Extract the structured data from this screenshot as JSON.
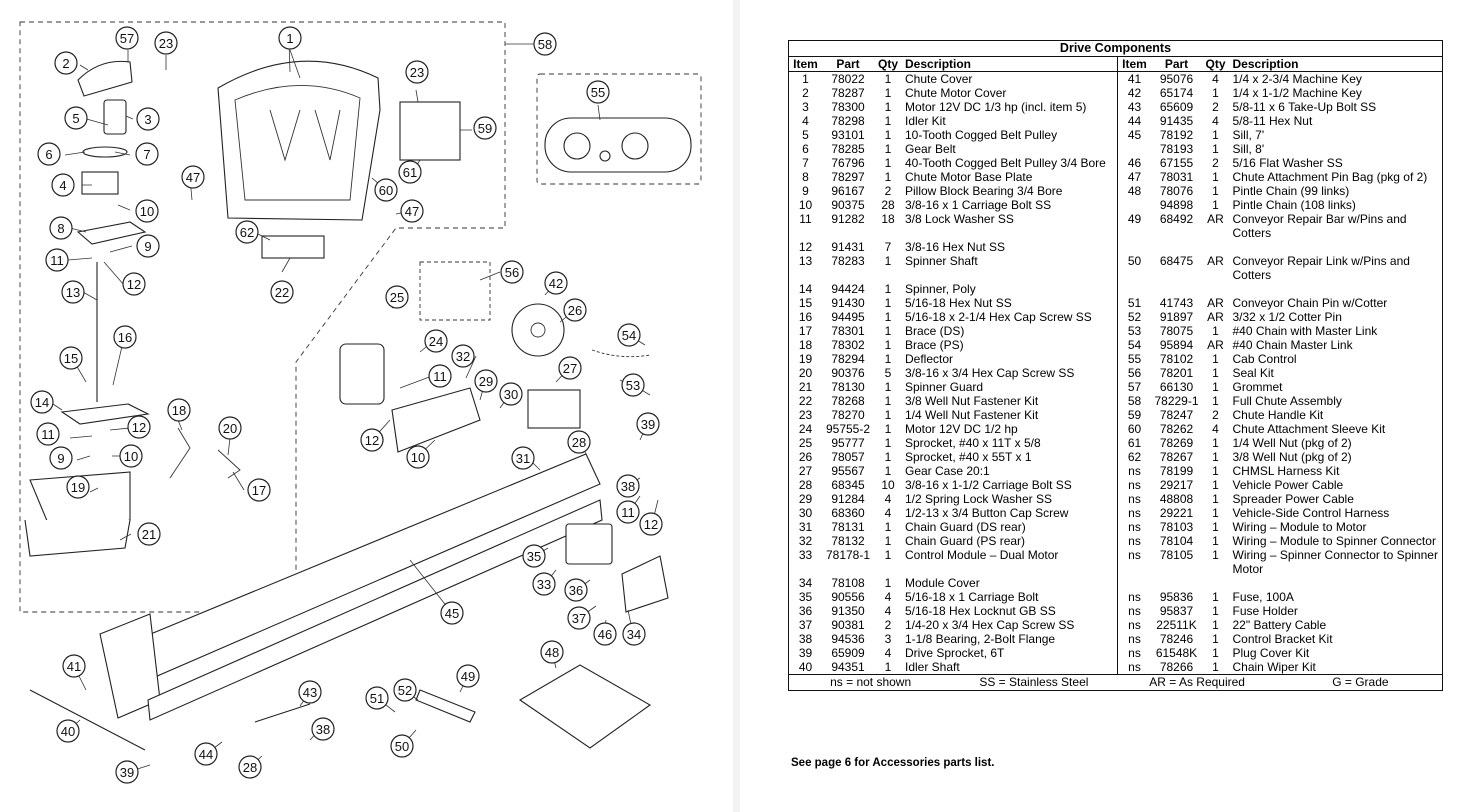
{
  "table": {
    "title": "Drive Components",
    "headers": [
      "Item",
      "Part",
      "Qty",
      "Description"
    ],
    "rows": [
      [
        [
          "1",
          "78022",
          "1",
          "Chute Cover"
        ],
        [
          "41",
          "95076",
          "4",
          "1/4 x 2-3/4 Machine Key"
        ]
      ],
      [
        [
          "2",
          "78287",
          "1",
          "Chute Motor Cover"
        ],
        [
          "42",
          "65174",
          "1",
          "1/4 x 1-1/2 Machine Key"
        ]
      ],
      [
        [
          "3",
          "78300",
          "1",
          "Motor 12V DC 1/3 hp (incl. item 5)"
        ],
        [
          "43",
          "65609",
          "2",
          "5/8-11 x 6 Take-Up Bolt SS"
        ]
      ],
      [
        [
          "4",
          "78298",
          "1",
          "Idler Kit"
        ],
        [
          "44",
          "91435",
          "4",
          "5/8-11 Hex Nut"
        ]
      ],
      [
        [
          "5",
          "93101",
          "1",
          "10-Tooth Cogged Belt Pulley"
        ],
        [
          "45",
          "78192",
          "1",
          "Sill, 7'"
        ]
      ],
      [
        [
          "6",
          "78285",
          "1",
          "Gear Belt"
        ],
        [
          "",
          "78193",
          "1",
          "Sill, 8'"
        ]
      ],
      [
        [
          "7",
          "76796",
          "1",
          "40-Tooth Cogged Belt Pulley 3/4 Bore"
        ],
        [
          "46",
          "67155",
          "2",
          "5/16 Flat Washer SS"
        ]
      ],
      [
        [
          "8",
          "78297",
          "1",
          "Chute Motor Base Plate"
        ],
        [
          "47",
          "78031",
          "1",
          "Chute Attachment Pin Bag (pkg of 2)"
        ]
      ],
      [
        [
          "9",
          "96167",
          "2",
          "Pillow Block Bearing 3/4 Bore"
        ],
        [
          "48",
          "78076",
          "1",
          "Pintle Chain (99 links)"
        ]
      ],
      [
        [
          "10",
          "90375",
          "28",
          "3/8-16 x 1 Carriage Bolt SS"
        ],
        [
          "",
          "94898",
          "1",
          "Pintle Chain (108 links)"
        ]
      ],
      [
        [
          "11",
          "91282",
          "18",
          "3/8 Lock Washer SS"
        ],
        [
          "49",
          "68492",
          "AR",
          "Conveyor Repair Bar w/Pins and Cotters"
        ]
      ],
      [
        [
          "12",
          "91431",
          "7",
          "3/8-16 Hex Nut SS"
        ],
        null
      ],
      [
        [
          "13",
          "78283",
          "1",
          "Spinner Shaft"
        ],
        [
          "50",
          "68475",
          "AR",
          "Conveyor Repair Link w/Pins and Cotters"
        ]
      ],
      [
        [
          "14",
          "94424",
          "1",
          "Spinner, Poly"
        ],
        null
      ],
      [
        [
          "15",
          "91430",
          "1",
          "5/16-18 Hex Nut SS"
        ],
        [
          "51",
          "41743",
          "AR",
          "Conveyor Chain Pin w/Cotter"
        ]
      ],
      [
        [
          "16",
          "94495",
          "1",
          "5/16-18 x 2-1/4 Hex Cap Screw SS"
        ],
        [
          "52",
          "91897",
          "AR",
          "3/32 x 1/2 Cotter Pin"
        ]
      ],
      [
        [
          "17",
          "78301",
          "1",
          "Brace (DS)"
        ],
        [
          "53",
          "78075",
          "1",
          "#40 Chain with Master Link"
        ]
      ],
      [
        [
          "18",
          "78302",
          "1",
          "Brace (PS)"
        ],
        [
          "54",
          "95894",
          "AR",
          "#40 Chain Master Link"
        ]
      ],
      [
        [
          "19",
          "78294",
          "1",
          "Deflector"
        ],
        [
          "55",
          "78102",
          "1",
          "Cab Control"
        ]
      ],
      [
        [
          "20",
          "90376",
          "5",
          "3/8-16 x 3/4 Hex Cap Screw SS"
        ],
        [
          "56",
          "78201",
          "1",
          "Seal Kit"
        ]
      ],
      [
        [
          "21",
          "78130",
          "1",
          "Spinner Guard"
        ],
        [
          "57",
          "66130",
          "1",
          "Grommet"
        ]
      ],
      [
        [
          "22",
          "78268",
          "1",
          "3/8 Well Nut Fastener Kit"
        ],
        [
          "58",
          "78229-1",
          "1",
          "Full Chute Assembly"
        ]
      ],
      [
        [
          "23",
          "78270",
          "1",
          "1/4 Well Nut Fastener Kit"
        ],
        [
          "59",
          "78247",
          "2",
          "Chute Handle Kit"
        ]
      ],
      [
        [
          "24",
          "95755-2",
          "1",
          "Motor 12V DC 1/2 hp"
        ],
        [
          "60",
          "78262",
          "4",
          "Chute Attachment Sleeve Kit"
        ]
      ],
      [
        [
          "25",
          "95777",
          "1",
          "Sprocket, #40 x 11T x 5/8"
        ],
        [
          "61",
          "78269",
          "1",
          "1/4 Well Nut (pkg of 2)"
        ]
      ],
      [
        [
          "26",
          "78057",
          "1",
          "Sprocket, #40 x 55T x 1"
        ],
        [
          "62",
          "78267",
          "1",
          "3/8 Well Nut (pkg of 2)"
        ]
      ],
      [
        [
          "27",
          "95567",
          "1",
          "Gear Case 20:1"
        ],
        [
          "ns",
          "78199",
          "1",
          "CHMSL Harness Kit"
        ]
      ],
      [
        [
          "28",
          "68345",
          "10",
          "3/8-16 x 1-1/2 Carriage Bolt SS"
        ],
        [
          "ns",
          "29217",
          "1",
          "Vehicle Power Cable"
        ]
      ],
      [
        [
          "29",
          "91284",
          "4",
          "1/2 Spring Lock Washer SS"
        ],
        [
          "ns",
          "48808",
          "1",
          "Spreader Power Cable"
        ]
      ],
      [
        [
          "30",
          "68360",
          "4",
          "1/2-13 x 3/4 Button Cap Screw"
        ],
        [
          "ns",
          "29221",
          "1",
          "Vehicle-Side Control Harness"
        ]
      ],
      [
        [
          "31",
          "78131",
          "1",
          "Chain Guard (DS rear)"
        ],
        [
          "ns",
          "78103",
          "1",
          "Wiring – Module to Motor"
        ]
      ],
      [
        [
          "32",
          "78132",
          "1",
          "Chain Guard (PS rear)"
        ],
        [
          "ns",
          "78104",
          "1",
          "Wiring – Module to Spinner Connector"
        ]
      ],
      [
        [
          "33",
          "78178-1",
          "1",
          "Control Module – Dual Motor"
        ],
        [
          "ns",
          "78105",
          "1",
          "Wiring – Spinner Connector to Spinner Motor"
        ]
      ],
      [
        [
          "34",
          "78108",
          "1",
          "Module Cover"
        ],
        null
      ],
      [
        [
          "35",
          "90556",
          "4",
          "5/16-18 x 1 Carriage Bolt"
        ],
        [
          "ns",
          "95836",
          "1",
          "Fuse, 100A"
        ]
      ],
      [
        [
          "36",
          "91350",
          "4",
          "5/16-18 Hex Locknut GB SS"
        ],
        [
          "ns",
          "95837",
          "1",
          "Fuse Holder"
        ]
      ],
      [
        [
          "37",
          "90381",
          "2",
          "1/4-20 x 3/4 Hex Cap Screw SS"
        ],
        [
          "ns",
          "22511K",
          "1",
          "22\" Battery Cable"
        ]
      ],
      [
        [
          "38",
          "94536",
          "3",
          "1-1/8 Bearing, 2-Bolt Flange"
        ],
        [
          "ns",
          "78246",
          "1",
          "Control Bracket Kit"
        ]
      ],
      [
        [
          "39",
          "65909",
          "4",
          "Drive Sprocket, 6T"
        ],
        [
          "ns",
          "61548K",
          "1",
          "Plug Cover Kit"
        ]
      ],
      [
        [
          "40",
          "94351",
          "1",
          "Idler Shaft"
        ],
        [
          "ns",
          "78266",
          "1",
          "Chain Wiper Kit"
        ]
      ]
    ],
    "legend": [
      "ns = not shown",
      "SS = Stainless Steel",
      "AR = As Required",
      "G = Grade"
    ],
    "note": "See page 6 for Accessories parts list."
  },
  "diagram": {
    "callouts": [
      "1",
      "2",
      "3",
      "4",
      "5",
      "6",
      "7",
      "8",
      "9",
      "10",
      "11",
      "12",
      "13",
      "14",
      "15",
      "16",
      "17",
      "18",
      "19",
      "20",
      "21",
      "22",
      "23",
      "24",
      "25",
      "26",
      "27",
      "28",
      "29",
      "30",
      "31",
      "32",
      "33",
      "34",
      "35",
      "36",
      "37",
      "38",
      "39",
      "40",
      "41",
      "42",
      "43",
      "44",
      "45",
      "46",
      "47",
      "48",
      "49",
      "50",
      "51",
      "52",
      "53",
      "54",
      "55",
      "56",
      "57",
      "58",
      "59",
      "60",
      "61",
      "62"
    ]
  }
}
